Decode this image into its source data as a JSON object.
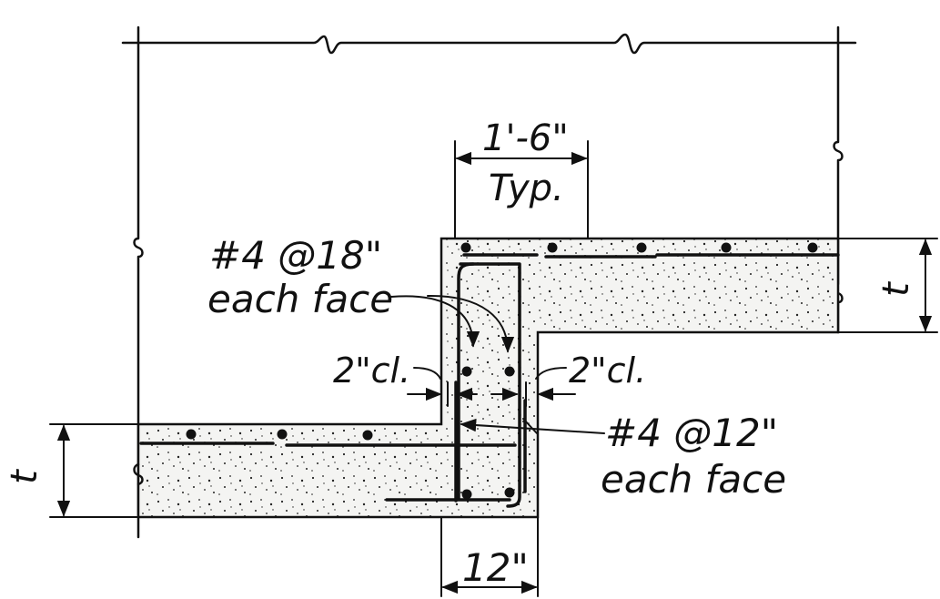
{
  "drawing": {
    "ink_color": "#111111",
    "paper_color": "#ffffff",
    "labels": {
      "step_width": "1'-6\"",
      "step_width_note": "Typ.",
      "upper_bars": "#4 @18\"",
      "upper_bars_note": "each face",
      "clear_left": "2\"cl.",
      "clear_right": "2\"cl.",
      "lower_bars": "#4 @12\"",
      "lower_bars_note": "each face",
      "riser_thickness": "12\"",
      "slab_thickness_left": "t",
      "slab_thickness_right": "t"
    }
  }
}
